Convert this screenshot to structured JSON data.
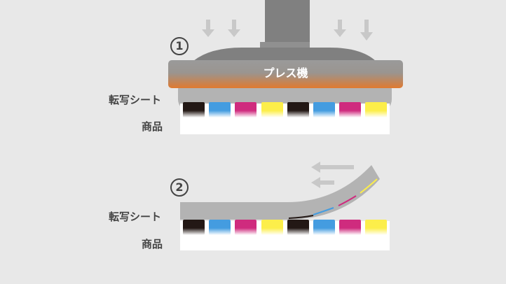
{
  "colors": {
    "background": "#e8e8e8",
    "press_dark": "#808080",
    "press_plate_top": "#9a9a9a",
    "press_plate_bottom": "#e07a30",
    "pad": "#b3b3b3",
    "sheet": "#b3b3b3",
    "product": "#ffffff",
    "arrow": "#c8c8c8",
    "text": "#444444",
    "ink_black": "#231815",
    "ink_cyan": "#449ce0",
    "ink_magenta": "#cf2b7e",
    "ink_yellow": "#fcee4a"
  },
  "step1": {
    "number": "1",
    "press_label": "プレス機",
    "sheet_label": "転写シート",
    "product_label": "商品",
    "ink_sequence": [
      "black",
      "cyan",
      "magenta",
      "yellow",
      "black",
      "cyan",
      "magenta",
      "yellow"
    ],
    "arrows": "down-arrows (pressure)"
  },
  "step2": {
    "number": "2",
    "sheet_label": "転写シート",
    "product_label": "商品",
    "ink_sequence": [
      "black",
      "cyan",
      "magenta",
      "yellow",
      "black",
      "cyan",
      "magenta",
      "yellow"
    ],
    "arrows": "left-arrows (peeling direction)"
  }
}
